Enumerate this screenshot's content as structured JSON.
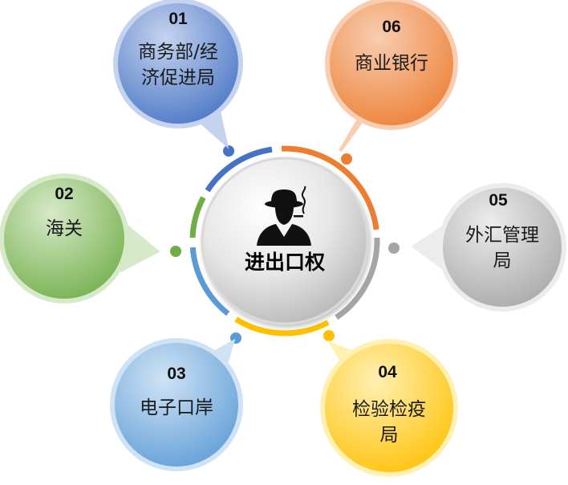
{
  "center": {
    "label": "进出口权",
    "icon": "spy-figure-icon"
  },
  "nodes": [
    {
      "id": "n01",
      "number": "01",
      "lines": [
        "商务部/经",
        "济促进局"
      ],
      "color": "#4472c4",
      "light": "#c5d3ef"
    },
    {
      "id": "n02",
      "number": "02",
      "lines": [
        "海关"
      ],
      "color": "#70ad47",
      "light": "#d6e9c8"
    },
    {
      "id": "n03",
      "number": "03",
      "lines": [
        "电子口岸"
      ],
      "color": "#5b9bd5",
      "light": "#d0e3f5"
    },
    {
      "id": "n04",
      "number": "04",
      "lines": [
        "检验检疫",
        "局"
      ],
      "color": "#ffc000",
      "light": "#fff0b3"
    },
    {
      "id": "n05",
      "number": "05",
      "lines": [
        "外汇管理",
        "局"
      ],
      "color": "#a5a5a5",
      "light": "#ececec"
    },
    {
      "id": "n06",
      "number": "06",
      "lines": [
        "商业银行"
      ],
      "color": "#ed7d31",
      "light": "#f8cdb0"
    }
  ]
}
